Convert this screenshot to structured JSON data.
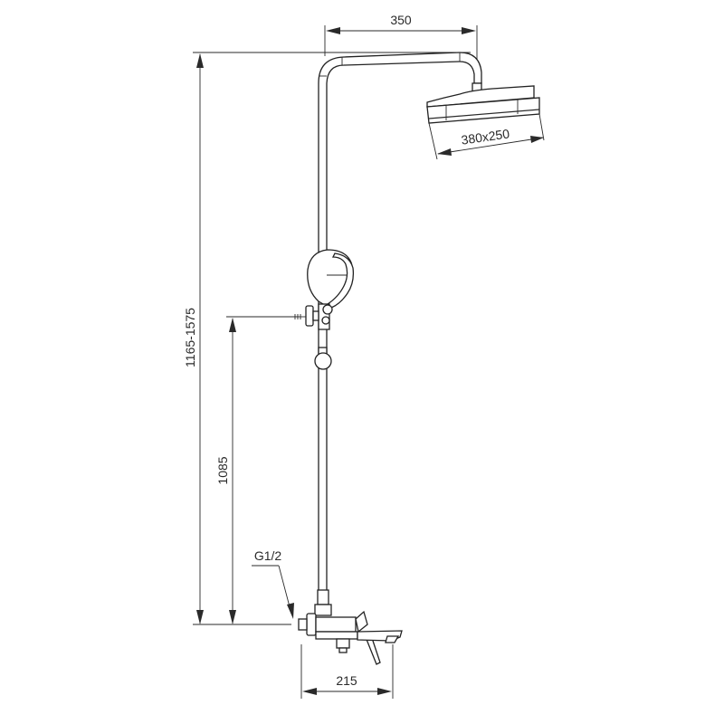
{
  "drawing": {
    "subject": "Shower column system technical drawing",
    "line_color": "#2a2a2a",
    "background": "#ffffff"
  },
  "dimensions": {
    "arm_reach": {
      "label": "350",
      "unit": "mm"
    },
    "head_size": {
      "label": "380x250",
      "unit": "mm"
    },
    "total_height": {
      "label": "1165-1575",
      "unit": "mm"
    },
    "holder_height": {
      "label": "1085",
      "unit": "mm"
    },
    "spout_projection": {
      "label": "215",
      "unit": "mm"
    },
    "inlet_thread": {
      "label": "G1/2"
    }
  },
  "parts": [
    {
      "name": "rain-shower-head"
    },
    {
      "name": "shower-arm"
    },
    {
      "name": "riser-rail"
    },
    {
      "name": "hand-shower"
    },
    {
      "name": "hand-shower-holder"
    },
    {
      "name": "slider-knob"
    },
    {
      "name": "mixer-body"
    },
    {
      "name": "bath-spout"
    },
    {
      "name": "lever-handle"
    },
    {
      "name": "wall-connector"
    }
  ]
}
